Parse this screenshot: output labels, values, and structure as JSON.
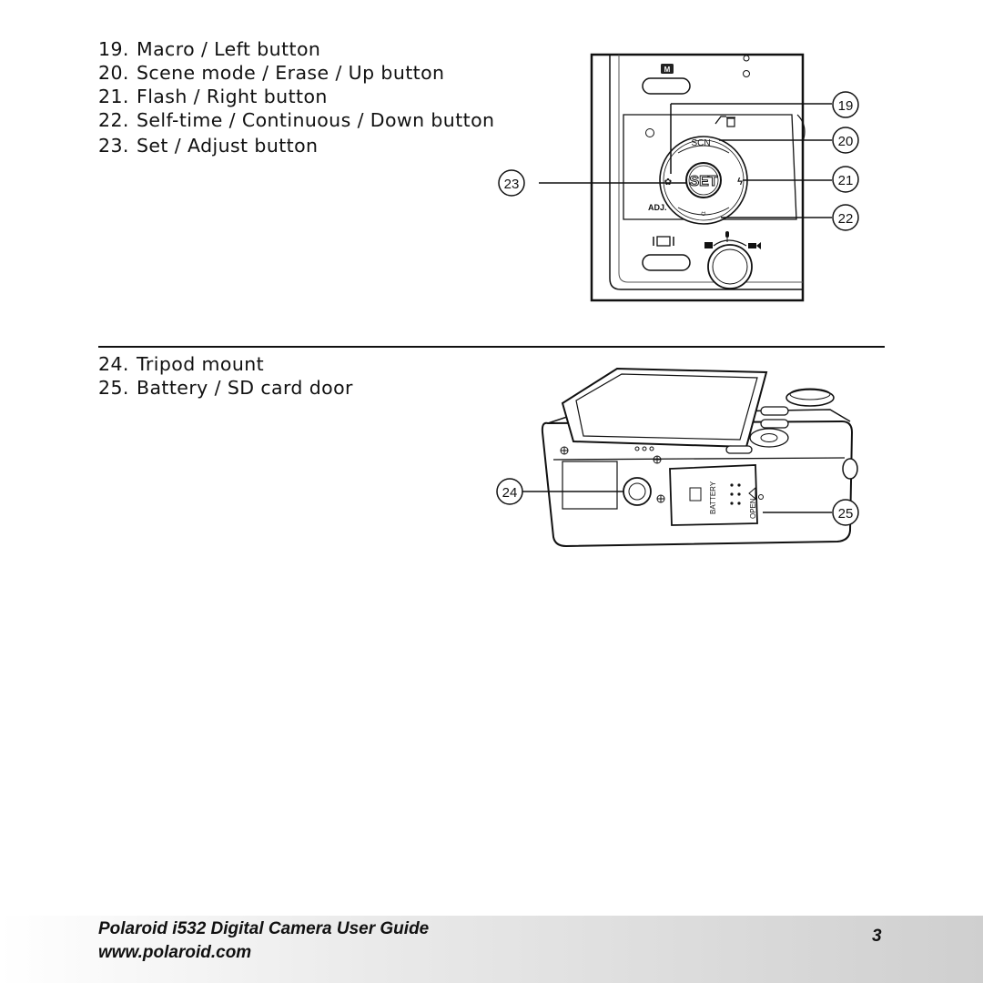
{
  "top_section": {
    "items": [
      {
        "num": "19.",
        "label": "Macro / Left button"
      },
      {
        "num": "20.",
        "label": "Scene mode / Erase / Up button"
      },
      {
        "num": "21.",
        "label": "Flash / Right button"
      },
      {
        "num": "22.",
        "label": "Self-time / Continuous / Down button"
      },
      {
        "num": "23.",
        "label": "Set / Adjust button"
      }
    ],
    "figure": {
      "callouts": [
        "19",
        "20",
        "21",
        "22",
        "23"
      ],
      "button_labels": {
        "mode": "M",
        "scene": "SCN",
        "set": "SET",
        "adjust": "ADJ."
      },
      "icons": [
        "erase-icon",
        "macro-icon",
        "flash-icon",
        "self-timer-icon",
        "display-icon",
        "camera-icon",
        "mic-icon",
        "video-icon"
      ]
    }
  },
  "bottom_section": {
    "items": [
      {
        "num": "24.",
        "label": "Tripod mount"
      },
      {
        "num": "25.",
        "label": "Battery / SD card door"
      }
    ],
    "figure": {
      "callouts": [
        "24",
        "25"
      ],
      "door_labels": {
        "battery": "BATTERY",
        "open": "OPEN"
      }
    }
  },
  "footer": {
    "title": "Polaroid i532 Digital Camera User Guide",
    "url": "www.polaroid.com",
    "page_number": "3"
  }
}
